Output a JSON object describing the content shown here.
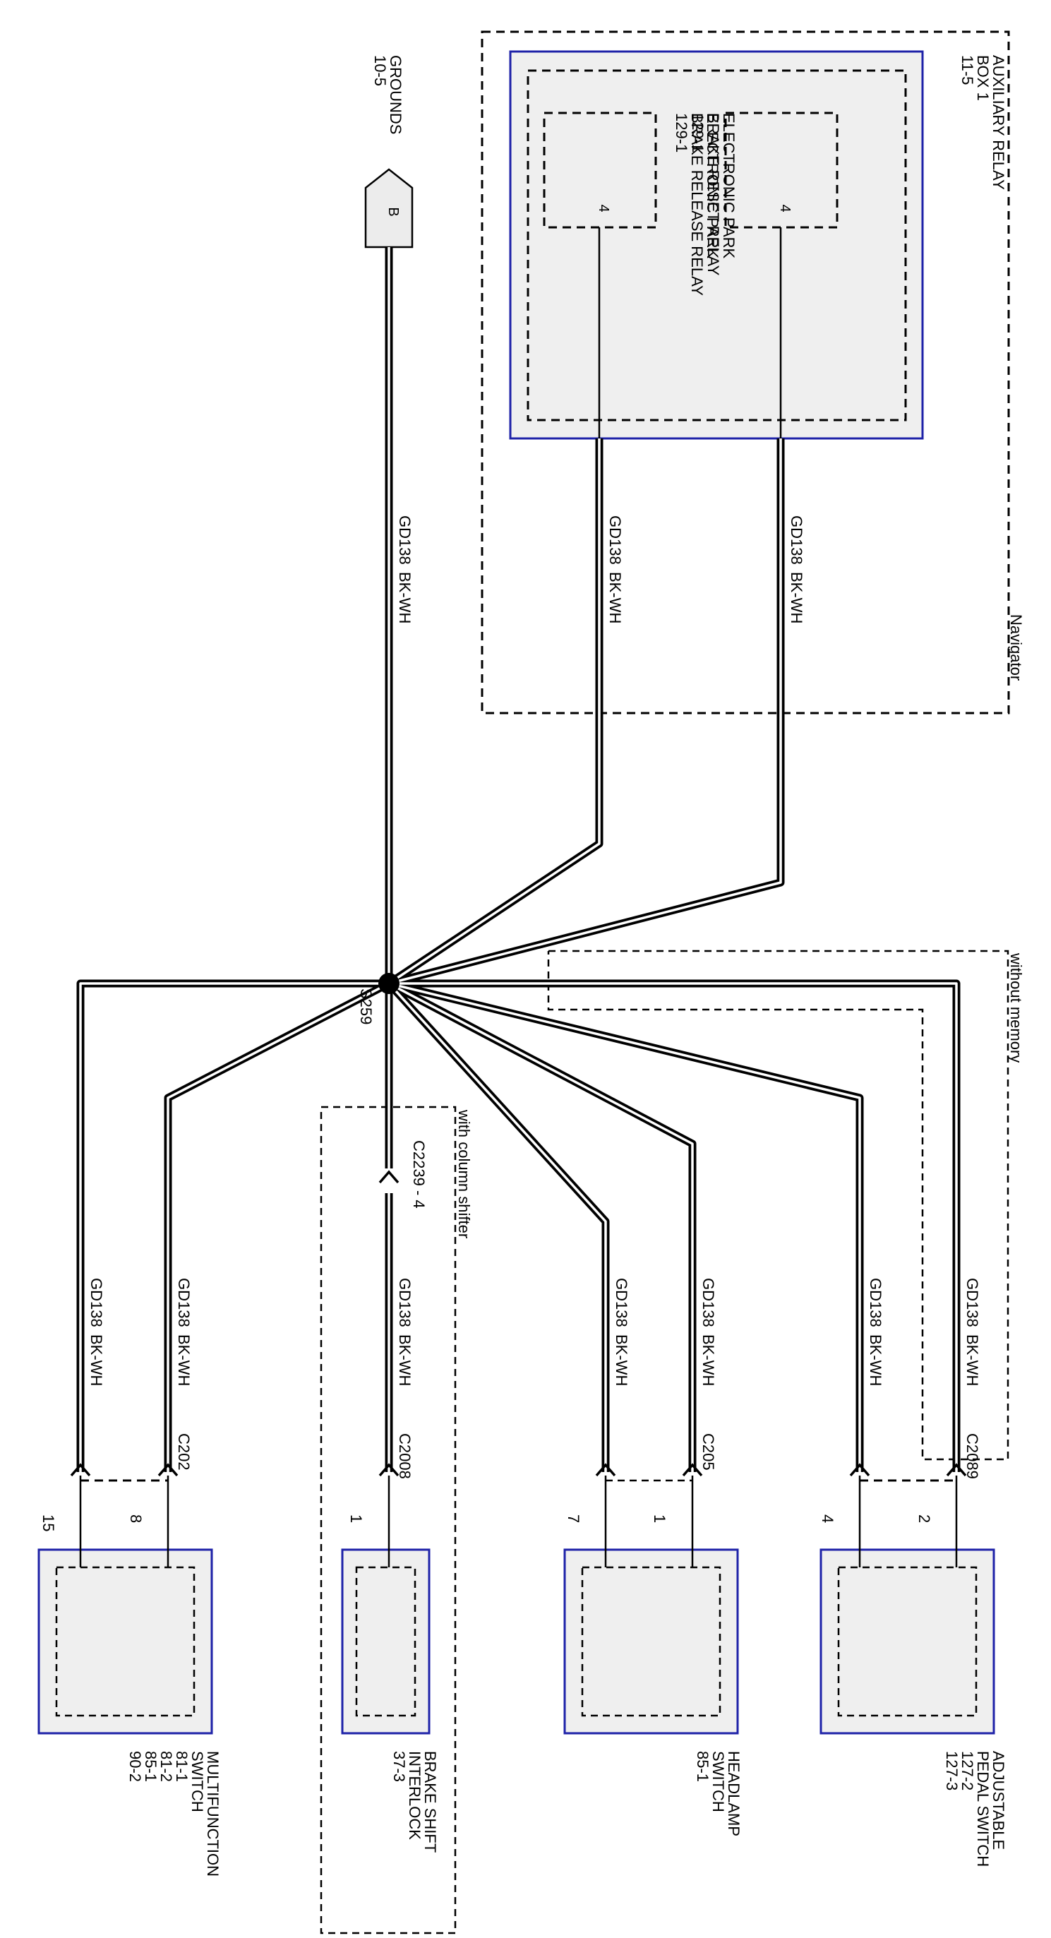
{
  "grounds": {
    "title": "GROUNDS",
    "page": "10-5",
    "terminal": "B"
  },
  "relay_box": {
    "name_line1": "AUXILIARY RELAY",
    "name_line2": "BOX 1",
    "page": "11-5",
    "condition": "Navigator",
    "reset_relay": {
      "line1": "ELECTRONIC PARK",
      "line2": "BRAKE RESET RELAY",
      "page": "129-1",
      "pin": "4"
    },
    "release_relay": {
      "line1": "ELECTRONIC PARK",
      "line2": "BRAKE RELEASE RELAY",
      "page": "129-1",
      "pin": "4"
    }
  },
  "wire": {
    "circuit": "GD138",
    "color": "BK-WH"
  },
  "splice": "S259",
  "conditions": {
    "without_memory": "without memory",
    "with_column_shifter": "with column shifter"
  },
  "inline_connector": "C2239 - 4",
  "connectors": {
    "adjustable": {
      "id": "C2089",
      "pin_a": "2",
      "pin_b": "4"
    },
    "headlamp": {
      "id": "C205",
      "pin_a": "1",
      "pin_b": "7"
    },
    "interlock": {
      "id": "C2008",
      "pin_a": "1"
    },
    "multifunction": {
      "id": "C202",
      "pin_a": "8",
      "pin_b": "15"
    }
  },
  "components": {
    "adjustable": {
      "line1": "ADJUSTABLE",
      "line2": "PEDAL SWITCH",
      "page1": "127-2",
      "page2": "127-3"
    },
    "headlamp": {
      "line1": "HEADLAMP",
      "line2": "SWITCH",
      "page1": "85-1"
    },
    "interlock": {
      "line1": "BRAKE SHIFT",
      "line2": "INTERLOCK",
      "page1": "37-3"
    },
    "multifunction": {
      "line1": "MULTIFUNCTION",
      "line2": "SWITCH",
      "page1": "81-1",
      "page2": "81-2",
      "page3": "85-1",
      "page4": "90-2"
    }
  }
}
